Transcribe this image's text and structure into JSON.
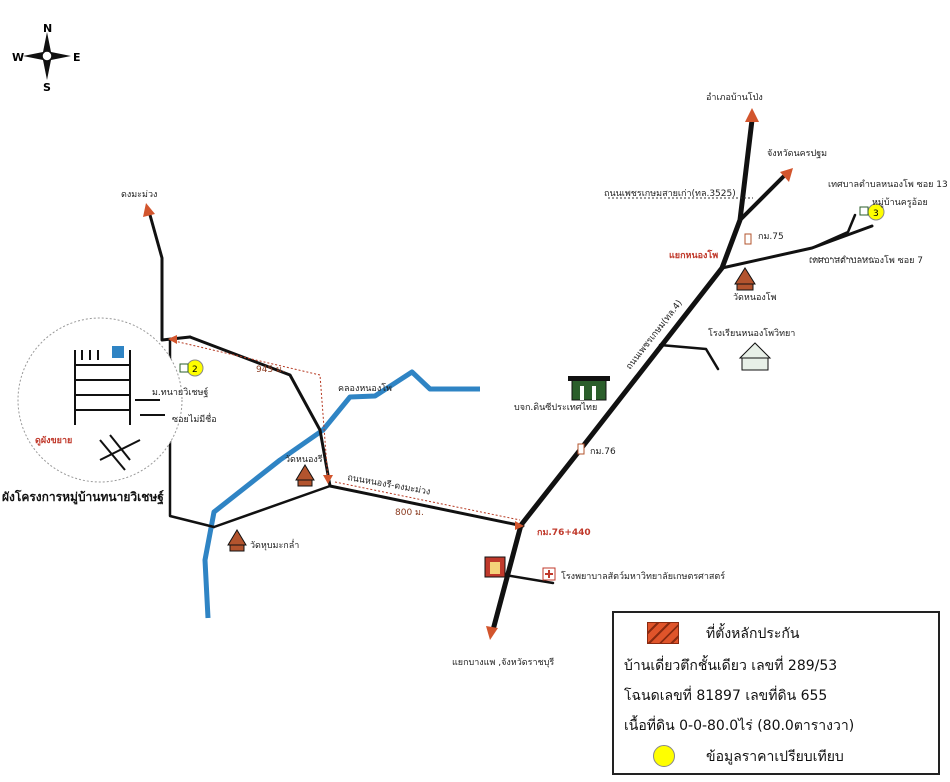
{
  "compass": {
    "n": "N",
    "s": "S",
    "e": "E",
    "w": "W"
  },
  "places": {
    "amphoe_ban_pong": "อำเภอบ้านโป่ง",
    "nakhon_pathom": "จังหวัดนครปฐม",
    "old_phetkasem_road": "ถนนเพชรเกษมสายเก่า(ทล.3525)",
    "nong_pho_soi13": "เทศบาลตำบลหนองโพ ซอย 13",
    "village_khru_oi": "หมู่บ้านครูอ้อย",
    "km75": "กม.75",
    "nong_pho_junction": "แยกหนองโพ",
    "nong_pho_soi7": "เทศบาลตำบลหนองโพ ซอย 7",
    "wat_nong_pho": "วัดหนองโพ",
    "phetkasem_road": "ถนนเพชรเกษม(ทล.4)",
    "nong_pho_school": "โรงเรียนหนองโพวิทยา",
    "dong_ma_muang": "ดงมะม่วง",
    "distance_945": "945 ม.",
    "khlong_nong_pho": "คลองหนองโพ",
    "m_thanai_wisetsu": "ม.ทนายวิเชษฐ์",
    "soi_mai_mi_chue": "ซอยไม่มีชื่อ",
    "expansion_plan": "ดูผังขยาย",
    "wat_nong_ri": "วัดหนองรี",
    "company": "บจก.ดินซีประเทศไทย",
    "km76": "กม.76",
    "nong_ri_road": "ถนนหนองรี-ดงมะม่วง",
    "distance_800": "800 ม.",
    "km76_440": "กม.76+440",
    "project_plan": "ผังโครงการหมู่บ้านทนายวิเชษฐ์",
    "wat_hup_makla": "วัดหุบมะกล่ำ",
    "vet_hospital": "โรงพยาบาลสัตว์มหาวิทยาลัยเกษตรศาสตร์",
    "bang_phae_junction": "แยกบางแพ ,จังหวัดราชบุรี",
    "marker_2": "2",
    "marker_3": "3"
  },
  "legend": {
    "collateral_location": "ที่ตั้งหลักประกัน",
    "property_desc": "บ้านเดี่ยวตึกชั้นเดียว  เลขที่ 289/53",
    "deed_numbers": "โฉนดเลขที่ 81897  เลขที่ดิน 655",
    "land_area": "เนื้อที่ดิน 0-0-80.0ไร่ (80.0ตารางวา)",
    "comparable_data": "ข้อมูลราคาเปรียบเทียบ"
  },
  "colors": {
    "road": "#111111",
    "canal": "#2f84c4",
    "arrow": "#d2552d",
    "junction_label": "#c0392b",
    "comparable_marker": "#ffff00",
    "collateral_swatch": "#e0542a"
  }
}
